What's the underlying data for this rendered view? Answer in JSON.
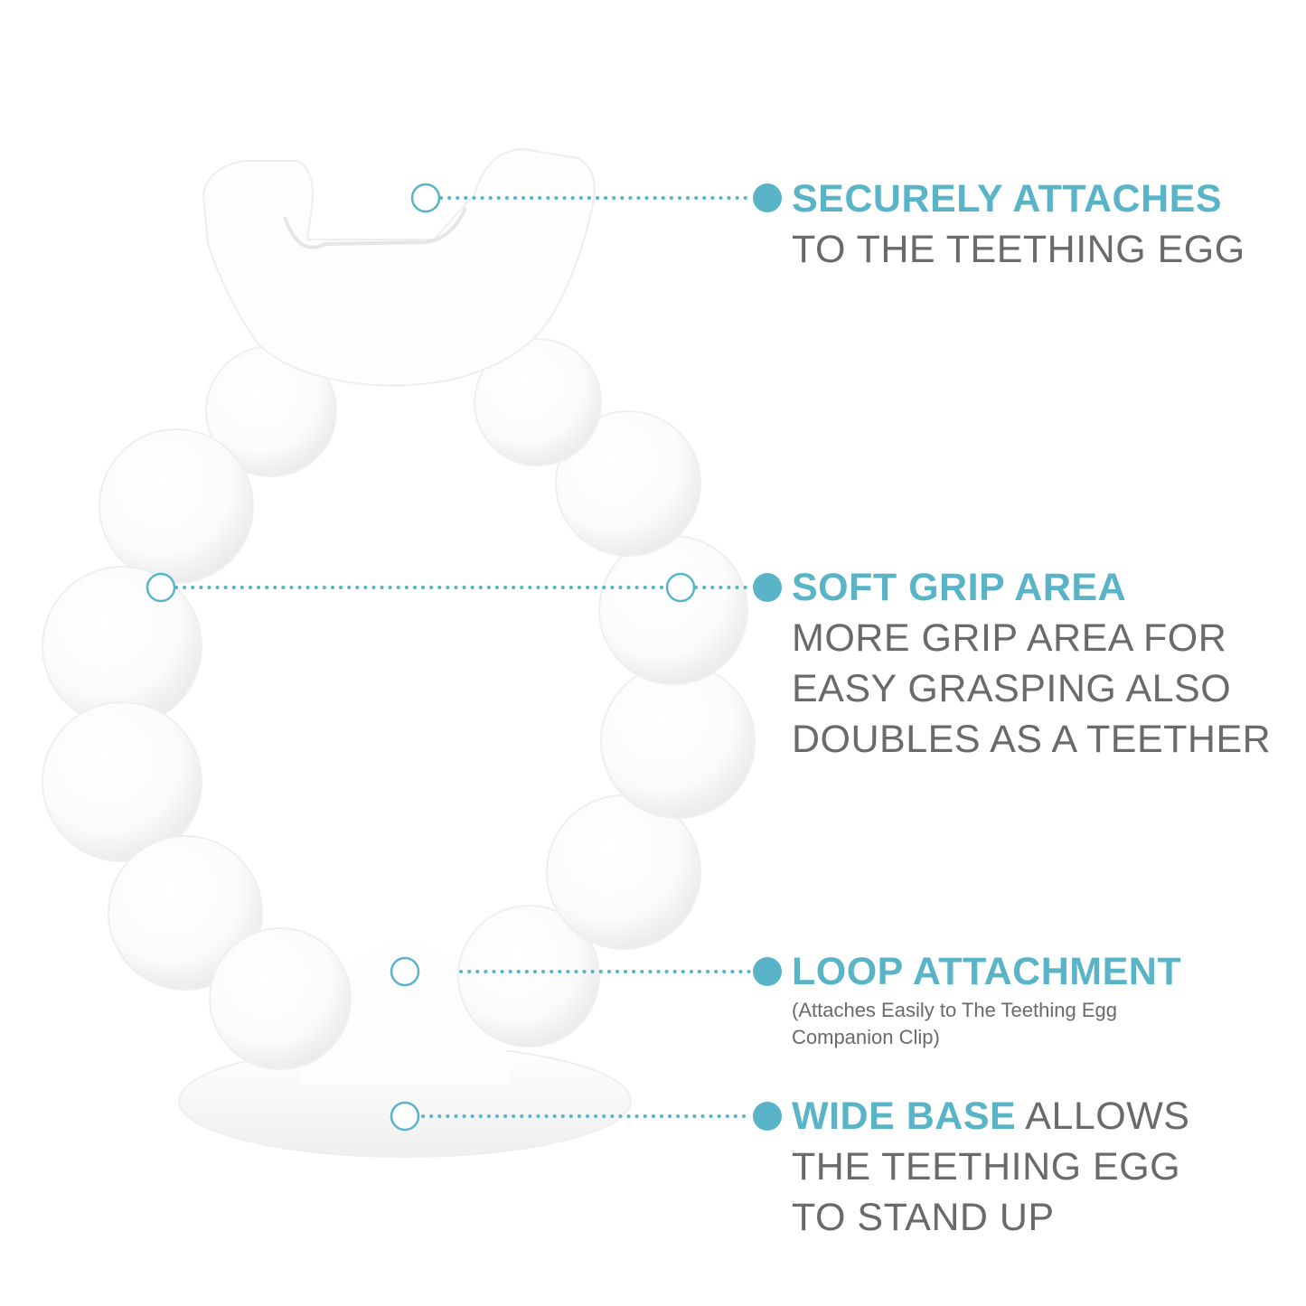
{
  "colors": {
    "accent": "#5ab4c8",
    "body_text": "#6a6a6a",
    "product": "#ffffff",
    "product_shade": "#ececec"
  },
  "callouts": [
    {
      "heading": "SECURELY ATTACHES",
      "lines": [
        "TO THE TEETHING EGG"
      ]
    },
    {
      "heading": "SOFT GRIP AREA",
      "lines": [
        "MORE GRIP AREA FOR",
        "EASY GRASPING ALSO",
        "DOUBLES AS A TEETHER"
      ]
    },
    {
      "heading": "LOOP ATTACHMENT",
      "lines": [
        "(Attaches Easily to The Teething Egg",
        "Companion Clip)"
      ]
    },
    {
      "heading": "WIDE BASE",
      "heading_suffix": " ALLOWS",
      "lines": [
        "THE TEETHING EGG",
        "TO STAND UP"
      ]
    }
  ]
}
